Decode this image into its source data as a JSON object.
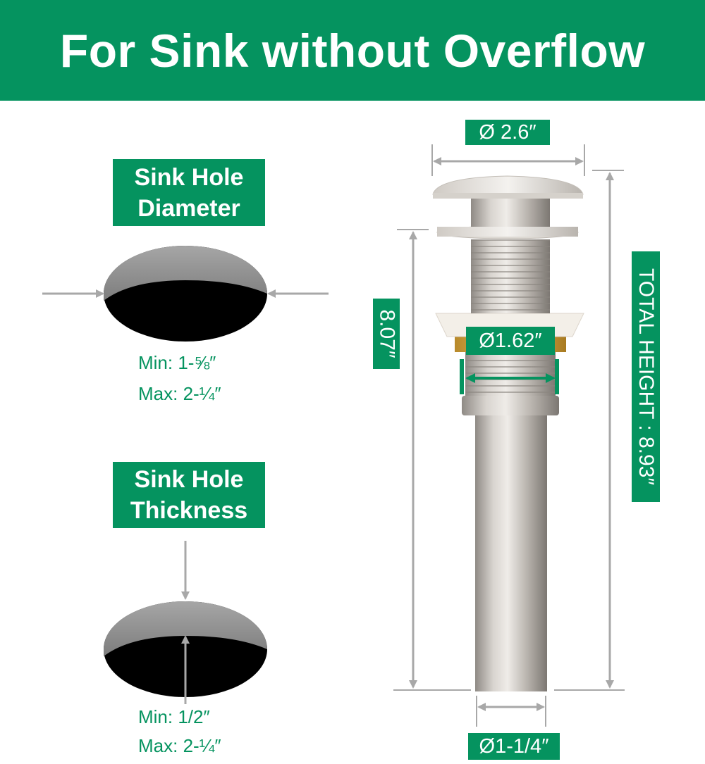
{
  "banner": {
    "title": "For Sink without Overflow"
  },
  "diameter_section": {
    "heading_line1": "Sink Hole",
    "heading_line2": "Diameter",
    "min": "Min: 1-⅝″",
    "max": "Max: 2-¼″"
  },
  "thickness_section": {
    "heading_line1": "Sink Hole",
    "heading_line2": "Thickness",
    "min": "Min: 1/2″",
    "max": "Max: 2-¼″"
  },
  "dimensions": {
    "cap_diameter": "Ø 2.6″",
    "thread_diameter": "Ø1.62″",
    "tail_diameter": "Ø1-1/4″",
    "body_height": "8.07″",
    "total_height": "TOTAL HEIGHT : 8.93″"
  },
  "colors": {
    "brand_green": "#05935f",
    "metal": "#c7c2bc",
    "arrow_gray": "#a8a8a8"
  }
}
